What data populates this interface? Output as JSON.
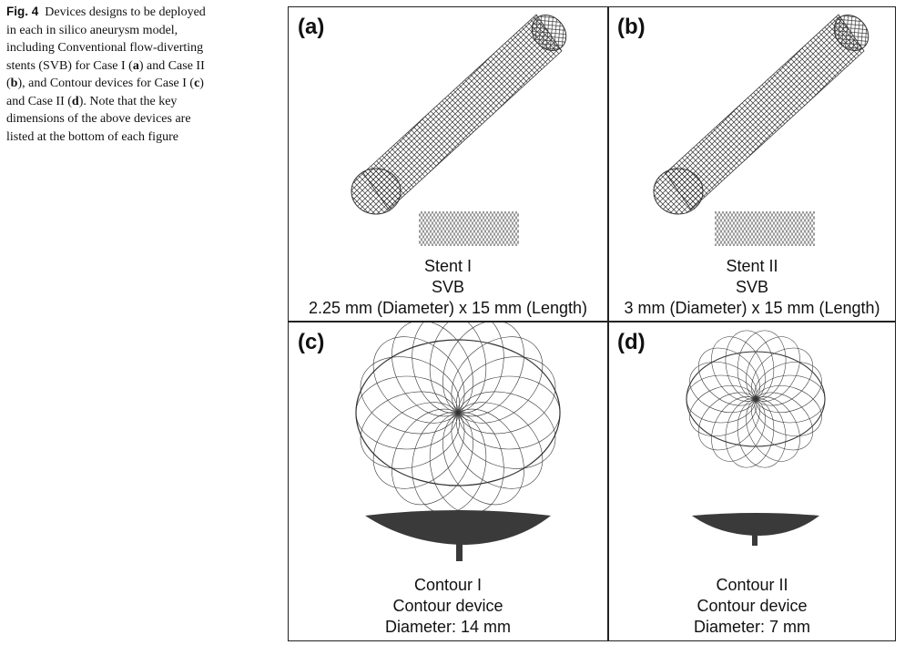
{
  "caption": {
    "fig_label": "Fig. 4",
    "text_1": "Devices designs to be deployed in each in silico aneurysm model, including Conventional flow-diverting stents (SVB) for Case I (",
    "b1": "a",
    "text_2": ") and Case II (",
    "b2": "b",
    "text_3": "), and Contour devices for Case I (",
    "b3": "c",
    "text_4": ") and Case II (",
    "b4": "d",
    "text_5": "). Note that the key dimensions of the above devices are listed at the bottom of each figure"
  },
  "panels": {
    "a": {
      "label": "(a)",
      "name": "Stent I",
      "type": "SVB",
      "dims": "2.25 mm (Diameter) x 15 mm (Length)"
    },
    "b": {
      "label": "(b)",
      "name": "Stent II",
      "type": "SVB",
      "dims": "3 mm (Diameter) x 15 mm (Length)"
    },
    "c": {
      "label": "(c)",
      "name": "Contour I",
      "type": "Contour device",
      "dims": "Diameter: 14 mm"
    },
    "d": {
      "label": "(d)",
      "name": "Contour II",
      "type": "Contour device",
      "dims": "Diameter: 7 mm"
    }
  },
  "colors": {
    "ink": "#111111",
    "mesh": "#333333",
    "border": "#222222",
    "background": "#ffffff"
  }
}
